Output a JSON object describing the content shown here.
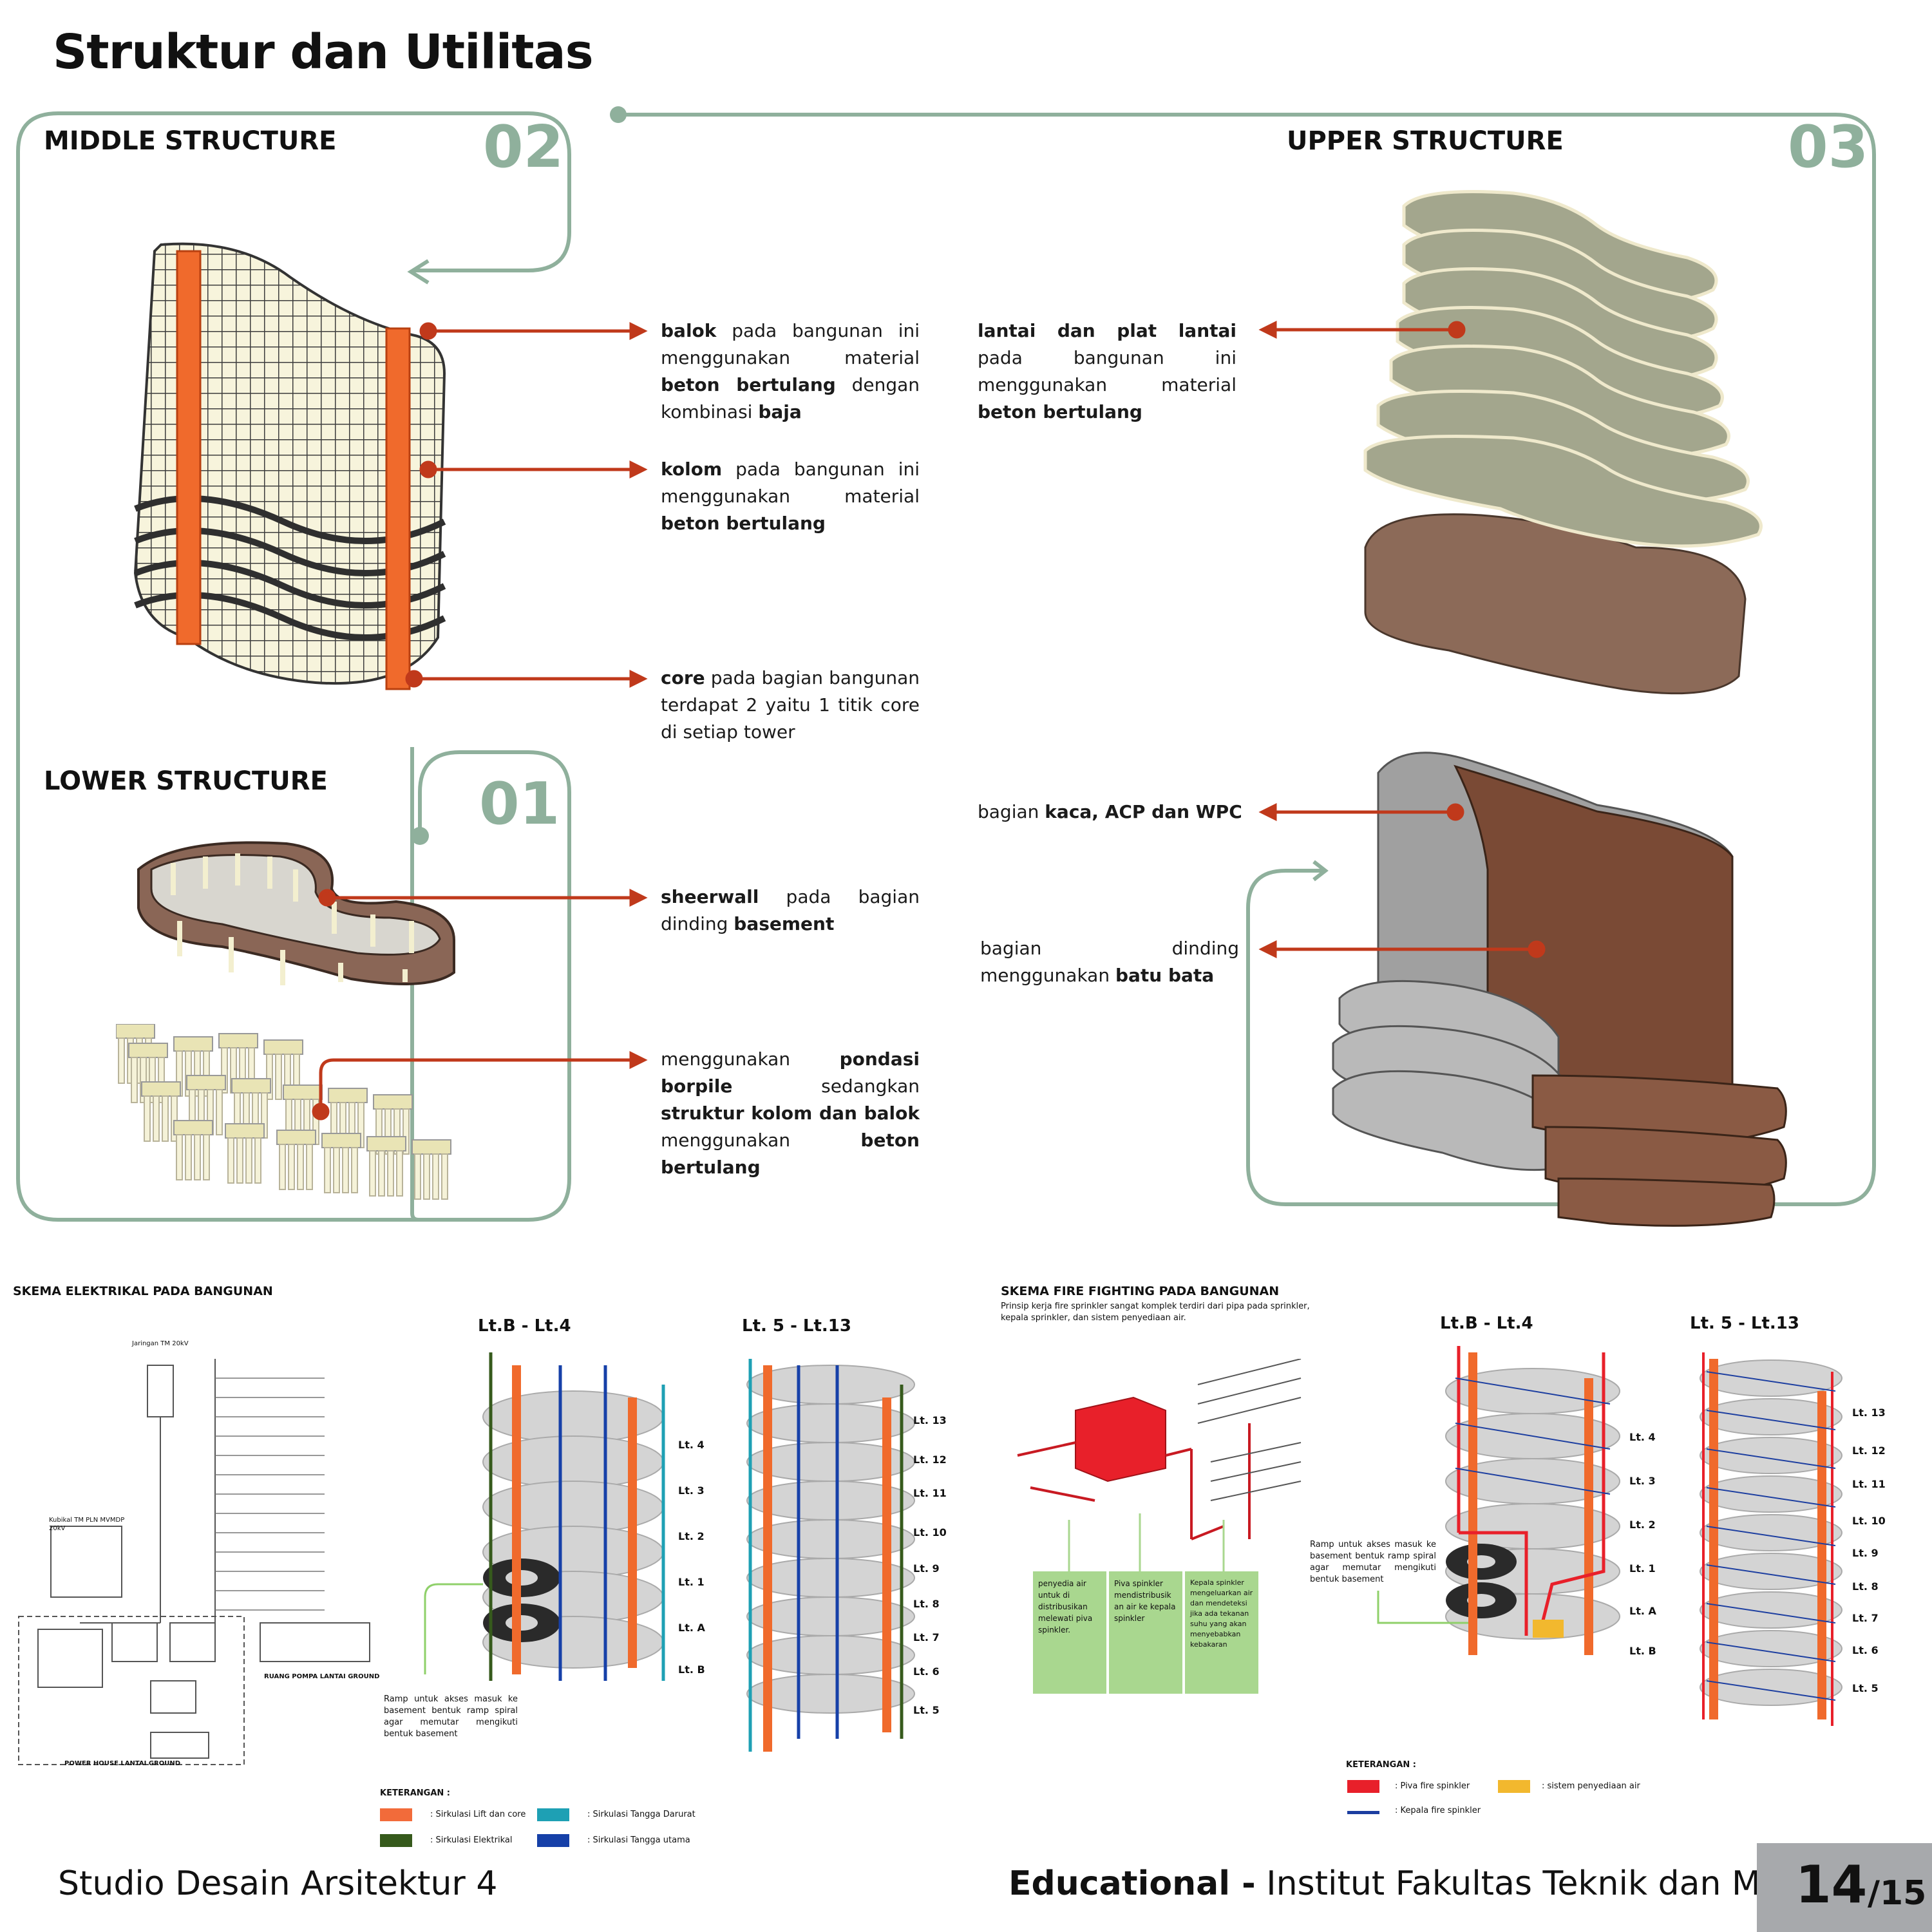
{
  "title": "Struktur dan Utilitas",
  "colors": {
    "accent_green": "#8fb09c",
    "arrow_red": "#c0391b",
    "core_orange": "#f06a2c"
  },
  "sections": {
    "middle": {
      "heading": "MIDDLE STRUCTURE",
      "number": "02"
    },
    "lower": {
      "heading": "LOWER STRUCTURE",
      "number": "01"
    },
    "upper": {
      "heading": "UPPER STRUCTURE",
      "number": "03"
    }
  },
  "descriptions": {
    "balok": [
      {
        "t": "balok",
        "b": true
      },
      {
        "t": " pada bangunan ini menggunakan material ",
        "b": false
      },
      {
        "t": "beton bertulang",
        "b": true
      },
      {
        "t": " dengan kombinasi ",
        "b": false
      },
      {
        "t": "baja",
        "b": true
      }
    ],
    "kolom": [
      {
        "t": "kolom",
        "b": true
      },
      {
        "t": " pada bangunan ini menggunakan material ",
        "b": false
      },
      {
        "t": "beton bertulang",
        "b": true
      }
    ],
    "core": [
      {
        "t": "core",
        "b": true
      },
      {
        "t": " pada bagian bangunan terdapat 2 yaitu 1 titik core di setiap tower",
        "b": false
      }
    ],
    "sheerwall": [
      {
        "t": "sheerwall",
        "b": true
      },
      {
        "t": " pada bagian dinding ",
        "b": false
      },
      {
        "t": "basement",
        "b": true
      }
    ],
    "pondasi": [
      {
        "t": "menggunakan ",
        "b": false
      },
      {
        "t": "pondasi borpile",
        "b": true
      },
      {
        "t": " sedangkan ",
        "b": false
      },
      {
        "t": "struktur kolom dan balok",
        "b": true
      },
      {
        "t": " menggunakan ",
        "b": false
      },
      {
        "t": "beton bertulang",
        "b": true
      }
    ],
    "lantai": [
      {
        "t": "lantai dan plat lantai",
        "b": true
      },
      {
        "t": " pada bangunan ini menggunakan material ",
        "b": false
      },
      {
        "t": "beton bertulang",
        "b": true
      }
    ],
    "kaca": [
      {
        "t": "bagian ",
        "b": false
      },
      {
        "t": "kaca, ACP dan WPC",
        "b": true
      }
    ],
    "bata": [
      {
        "t": "bagian dinding menggunakan ",
        "b": false
      },
      {
        "t": "batu bata",
        "b": true
      }
    ]
  },
  "electrical": {
    "heading": "SKEMA ELEKTRIKAL PADA BANGUNAN",
    "left_head": "Lt.B - Lt.4",
    "right_head": "Lt. 5 - Lt.13",
    "left_levels": [
      "Lt. 4",
      "Lt. 3",
      "Lt. 2",
      "Lt. 1",
      "Lt. A",
      "Lt. B"
    ],
    "right_levels": [
      "Lt. 13",
      "Lt. 12",
      "Lt. 11",
      "Lt. 10",
      "Lt. 9",
      "Lt. 8",
      "Lt. 7",
      "Lt. 6",
      "Lt. 5"
    ],
    "ramp_note": "Ramp untuk akses masuk ke basement bentuk ramp spiral agar memutar mengikuti bentuk basement",
    "diagram_labels": {
      "jaringan": "Jaringan TM 20kV",
      "kubikal": "Kubikal TM PLN MVMDP 20kV",
      "power_house": "POWER HOUSE LANTAI GROUND",
      "ruang_pompa": "RUANG POMPA LANTAI GROUND"
    },
    "legend_title": "KETERANGAN :",
    "legend": [
      {
        "label": ": Sirkulasi Lift dan core",
        "color": "#f26b3a"
      },
      {
        "label": ": Sirkulasi Tangga Darurat",
        "color": "#1ea0b4"
      },
      {
        "label": ": Sirkulasi Elektrikal",
        "color": "#365a1c"
      },
      {
        "label": ": Sirkulasi Tangga utama",
        "color": "#1640a8"
      }
    ]
  },
  "fire": {
    "heading": "SKEMA FIRE FIGHTING PADA BANGUNAN",
    "subtitle": "Prinsip kerja fire sprinkler sangat komplek terdiri dari pipa pada sprinkler, kepala sprinkler, dan sistem penyediaan air.",
    "left_head": "Lt.B - Lt.4",
    "right_head": "Lt. 5 - Lt.13",
    "left_levels": [
      "Lt. 4",
      "Lt. 3",
      "Lt. 2",
      "Lt. 1",
      "Lt. A",
      "Lt. B"
    ],
    "right_levels": [
      "Lt. 13",
      "Lt. 12",
      "Lt. 11",
      "Lt. 10",
      "Lt. 9",
      "Lt. 8",
      "Lt. 7",
      "Lt. 6",
      "Lt. 5"
    ],
    "ramp_note": "Ramp untuk akses masuk ke basement bentuk ramp spiral agar memutar mengikuti bentuk basement",
    "boxes": [
      "penyedia air untuk di distribusikan melewati piva spinkler.",
      "Piva spinkler mendistribusik an air ke kepala spinkler",
      "Kepala spinkler mengeluarkan air dan mendeteksi jika ada tekanan suhu yang akan menyebabkan kebakaran"
    ],
    "legend_title": "KETERANGAN :",
    "legend": [
      {
        "label": ": Piva fire spinkler",
        "color": "#e8202a"
      },
      {
        "label": ": sistem penyediaan air",
        "color": "#f2b82e"
      },
      {
        "label": ": Kepala fire spinkler",
        "color": "#1c3ea0"
      }
    ]
  },
  "footer": {
    "left": "Studio Desain Arsitektur 4",
    "right_bold": "Educational -",
    "right_rest": " Institut Fakultas Teknik dan MIPA",
    "page_current": "14",
    "page_total": "/15"
  }
}
